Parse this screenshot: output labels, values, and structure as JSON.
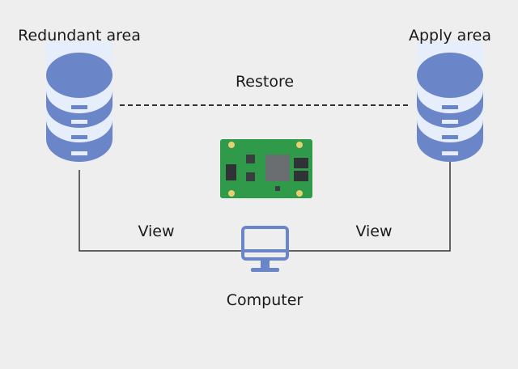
{
  "labels": {
    "left_db": "Redundant area",
    "right_db": "Apply area",
    "restore": "Restore",
    "view_left": "View",
    "view_right": "View",
    "computer": "Computer"
  },
  "icons": {
    "left_db": "database-icon",
    "right_db": "database-icon",
    "board": "circuit-board-image",
    "computer": "monitor-icon"
  },
  "colors": {
    "db_dark": "#6b86c8",
    "db_light": "#e6edfb",
    "monitor": "#6b86c8",
    "pcb": "#2e9a4a",
    "background": "#eeeeee"
  }
}
